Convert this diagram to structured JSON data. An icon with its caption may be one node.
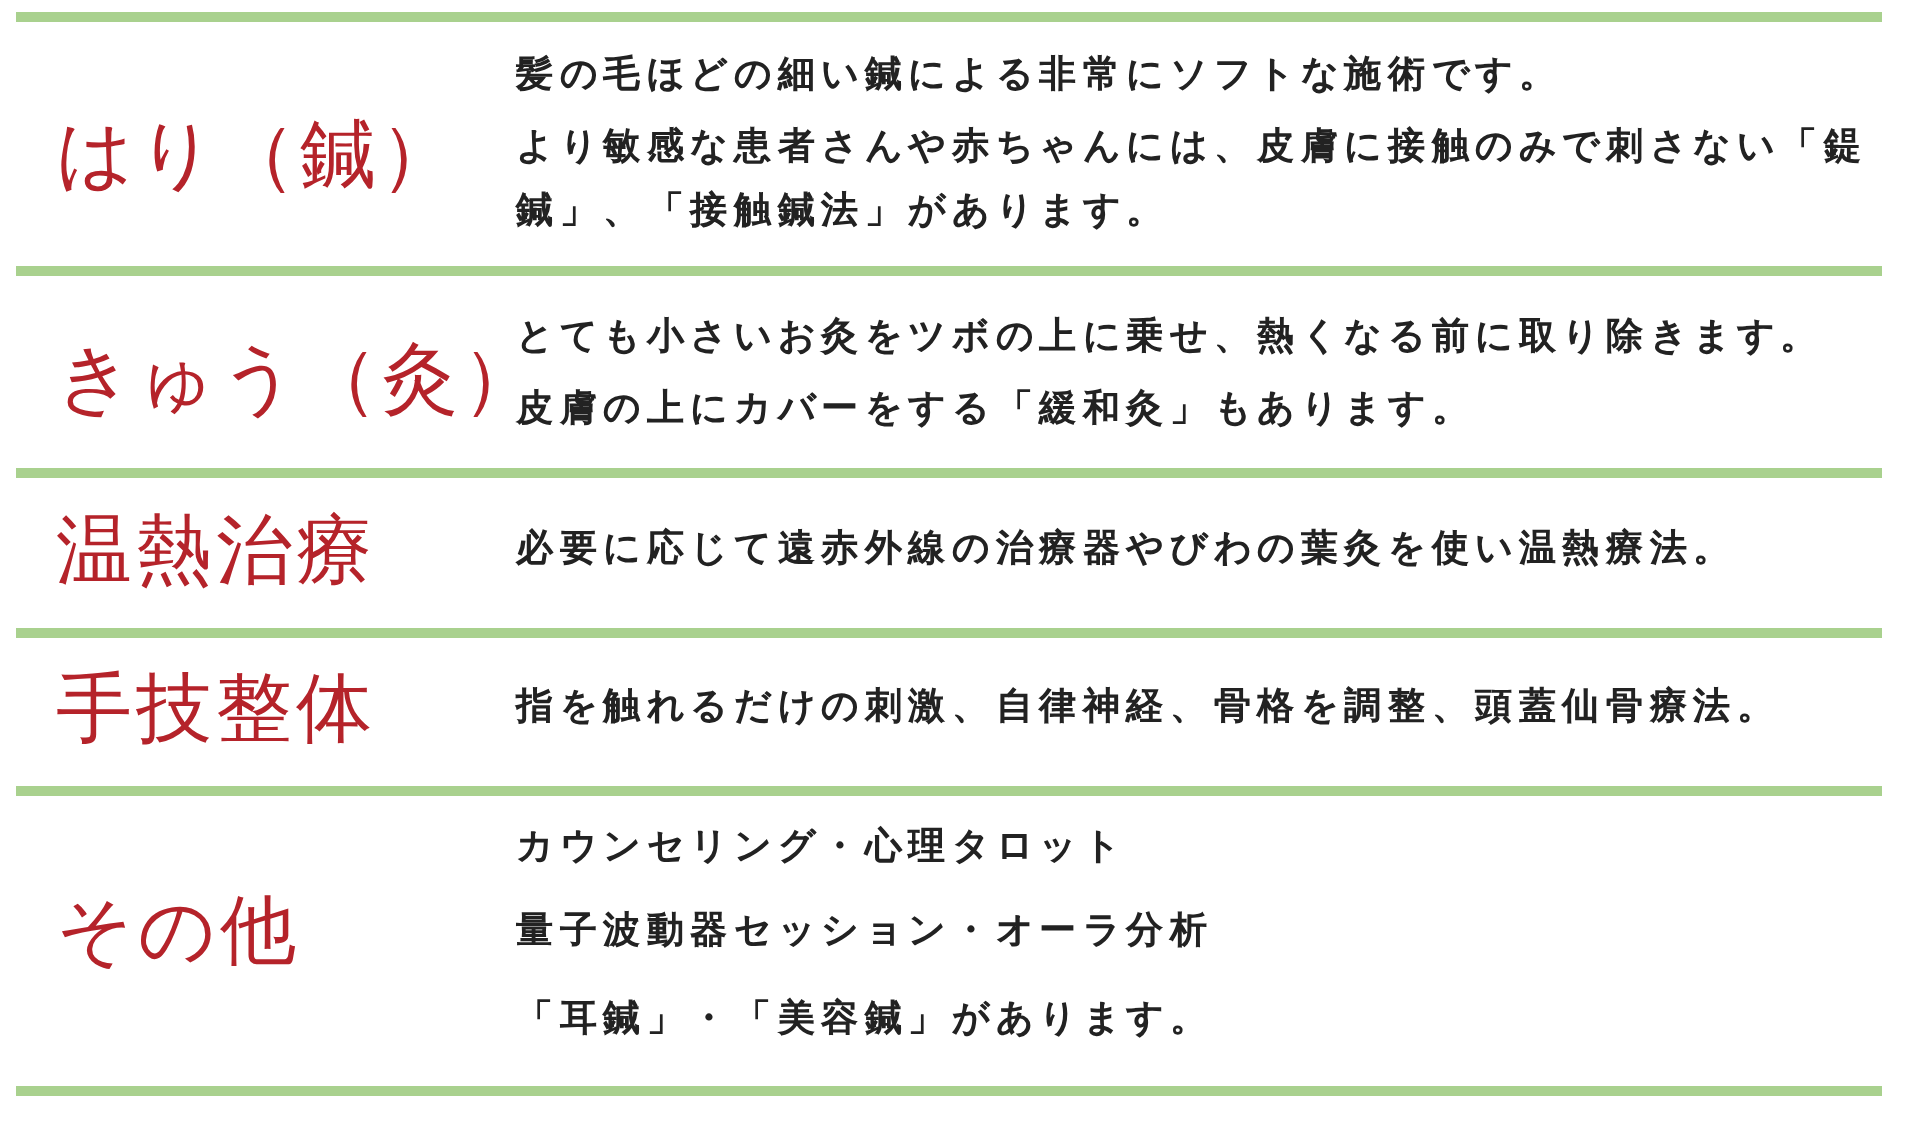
{
  "diagram": {
    "labels": [
      "はり（鍼）",
      "髪の毛ほどの細い鍼による非常にソフトな施術です。",
      "より敏感な患者さんや赤ちゃんには、皮膚に接触のみで刺さない「鍉鍼」、「接触鍼法」があります。",
      "きゅう（灸）",
      "とても小さいお灸をツボの上に乗せ、熱くなる前に取り除きます。",
      "皮膚の上にカバーをする「緩和灸」もあります。",
      "温熱治療",
      "必要に応じて遠赤外線の治療器やびわの葉灸を使い温熱療法。",
      "手技整体",
      "指を触れるだけの刺激、自律神経、骨格を調整、頭蓋仙骨療法。",
      "その他",
      "カウンセリング・心理タロット",
      "量子波動器セッション・オーラ分析",
      "「耳鍼」・「美容鍼」があります。"
    ]
  }
}
